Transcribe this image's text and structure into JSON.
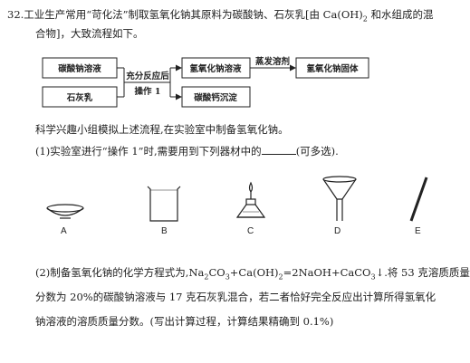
{
  "question": {
    "intro_line1_a": "32.工业生产常用“苛化法”制取氢氧化钠其原料为碳酸钠、石灰乳[由 Ca(OH)",
    "intro_line1_sub": "2",
    "intro_line1_b": " 和水组成的混",
    "intro_line2": "合物]，大致流程如下。",
    "context": "科学兴趣小组模拟上述流程,在实验室中制备氢氧化钠。",
    "part1_a": "(1)实验室进行“操作 1”时,需要用到下列器材中的",
    "part1_b": "(可多选).",
    "part2_line1_a": "(2)制备氢氧化钠的化学方程式为,Na",
    "part2_line1_sub1": "2",
    "part2_line1_b": "CO",
    "part2_line1_sub2": "3",
    "part2_line1_c": "+Ca(OH)",
    "part2_line1_sub3": "2",
    "part2_line1_d": "=2NaOH+CaCO",
    "part2_line1_sub4": "3",
    "part2_line1_e": "↓.将 53 克溶质质量",
    "part2_line2": "分数为 20%的碳酸钠溶液与 17 克石灰乳混合，若二者恰好完全反应出计算所得氢氧化",
    "part2_line3": "钠溶液的溶质质量分数。(写出计算过程，计算结果精确到 0.1%)"
  },
  "flowchart": {
    "box_sodium_carbonate_solution": "碳酸钠溶液",
    "box_lime_milk": "石灰乳",
    "step_react": "充分反应后",
    "step_operation1": "操作 1",
    "box_naoh_solution": "氢氧化钠溶液",
    "box_caco3_precipitate": "碳酸钙沉淀",
    "step_evaporate": "蒸发溶剂",
    "box_naoh_solid": "氢氧化钠固体"
  },
  "apparatus": {
    "label_a": "A",
    "label_b": "B",
    "label_c": "C",
    "label_d": "D",
    "label_e": "E"
  }
}
